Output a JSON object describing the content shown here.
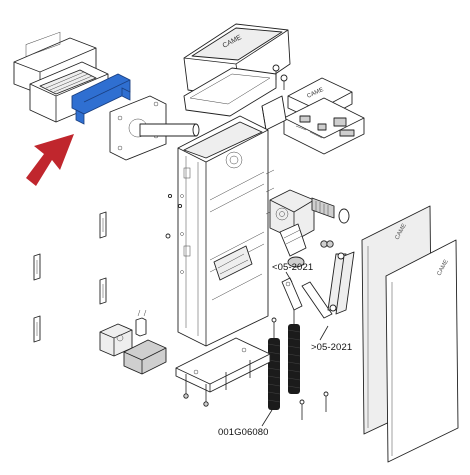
{
  "labels": {
    "before_date": "<05-2021",
    "after_date": ">05-2021",
    "part_code": "001G06080"
  },
  "colors": {
    "highlight_part": "#2f6fd1",
    "arrow": "#c0262d",
    "line": "#222222"
  },
  "icons": {
    "pointer": "pointer-arrow-icon"
  }
}
